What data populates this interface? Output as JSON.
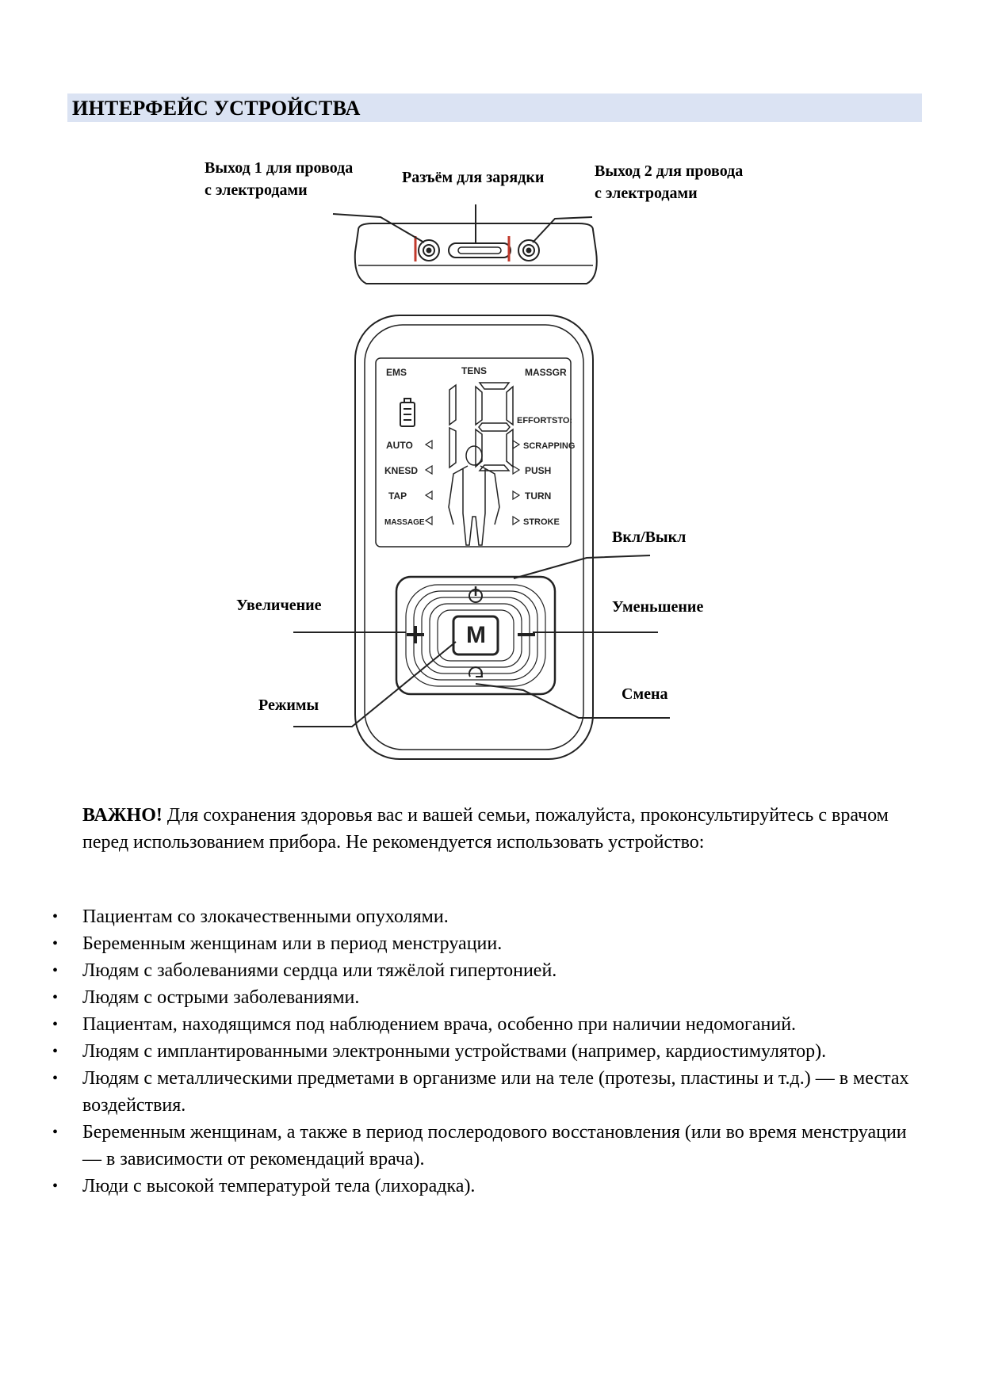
{
  "section": {
    "title": "ИНТЕРФЕЙС УСТРОЙСТВА"
  },
  "diagram": {
    "labels": {
      "output1_line1": "Выход 1 для провода",
      "output1_line2": "с электродами",
      "charging": "Разъём для зарядки",
      "output2_line1": "Выход 2 для провода",
      "output2_line2": "с электродами",
      "power": "Вкл/Выкл",
      "increase": "Увеличение",
      "decrease": "Уменьшение",
      "modes": "Режимы",
      "change": "Смена"
    },
    "display": {
      "ems": "EMS",
      "tens": "TENS",
      "massgr": "MASSGR",
      "effort": "EFFORTSTO:",
      "left_modes": [
        "AUTO",
        "KNESD",
        "TAP",
        "MASSAGE"
      ],
      "right_modes": [
        "SCRAPPING",
        "PUSH",
        "TURN",
        "STROKE"
      ],
      "center_button": "M"
    }
  },
  "important": {
    "lead": "ВАЖНО!",
    "text": " Для сохранения здоровья вас и вашей семьи, пожалуйста, проконсультируйтесь с врачом перед использованием прибора. Не рекомендуется использовать устройство:"
  },
  "contraindications": [
    "Пациентам со злокачественными опухолями.",
    "Беременным женщинам или в период менструации.",
    "Людям с заболеваниями сердца или тяжёлой гипертонией.",
    "Людям с острыми заболеваниями.",
    "Пациентам, находящимся под наблюдением врача, особенно при наличии недомоганий.",
    "Людям с имплантированными электронными устройствами (например, кардиостимулятор).",
    "Людям с металлическими предметами в организме или на теле (протезы, пластины и т.д.) — в местах воздействия.",
    "Беременным женщинам, а также в период послеродового восстановления (или во время менструации — в зависимости от рекомендаций врача).",
    "Люди с высокой температурой тела (лихорадка)."
  ]
}
